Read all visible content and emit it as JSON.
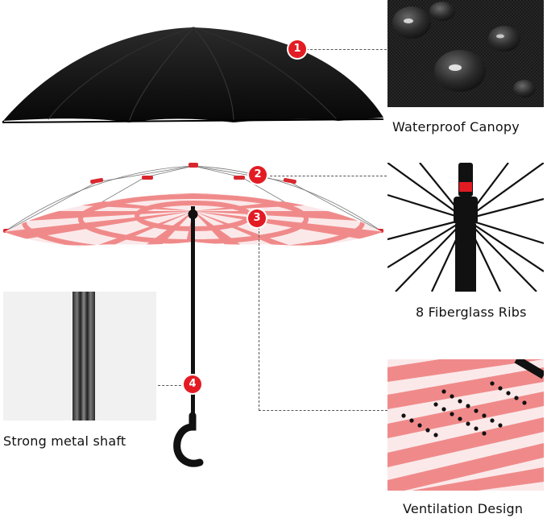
{
  "features": [
    {
      "number": "1",
      "label": "Waterproof Canopy"
    },
    {
      "number": "2",
      "label": "8 Fiberglass Ribs"
    },
    {
      "number": "3",
      "label": "Ventilation Design"
    },
    {
      "number": "4",
      "label": "Strong metal shaft"
    }
  ],
  "colors": {
    "marker": "#e31b23",
    "canopy_outer": "#111111",
    "stripe_pink": "#f08a8a",
    "stripe_white": "#fbe9ea"
  }
}
